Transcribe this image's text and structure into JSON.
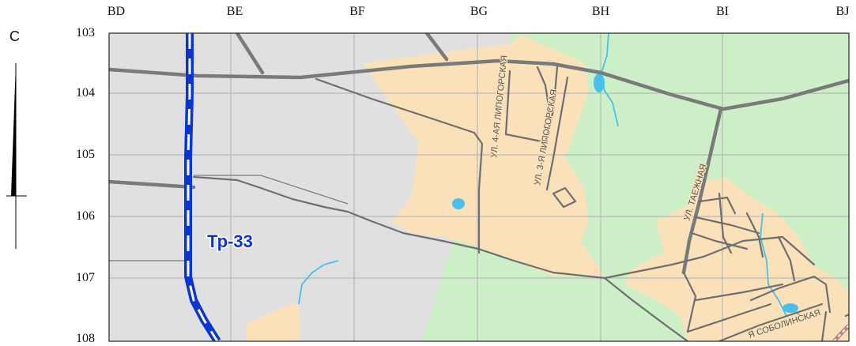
{
  "map": {
    "column_labels": [
      "BD",
      "BE",
      "BF",
      "BG",
      "BH",
      "BI",
      "BJ"
    ],
    "row_labels": [
      "103",
      "104",
      "105",
      "106",
      "107",
      "108"
    ],
    "north_label": "С",
    "route_label": "Тр-33",
    "street_labels": {
      "lipogorskaya_4": "УЛ. 4-АЯ ЛИПОГОРСКАЯ",
      "lipogorskaya_3": "УЛ. 3-Я ЛИПОГОРСКАЯ",
      "taezhnaya": "УЛ. ТАЕЖНАЯ",
      "sobolinskaya": "Я СОБОЛИНСКАЯ"
    },
    "colors": {
      "urban_gray": "#e0e0e0",
      "forest_green": "#cdefc7",
      "residential_tan": "#fbe1b9",
      "road_gray": "#7a7a7a",
      "route_blue": "#0a35d2",
      "water_blue": "#48c0e8",
      "grid_line": "#b8b8b8"
    }
  }
}
